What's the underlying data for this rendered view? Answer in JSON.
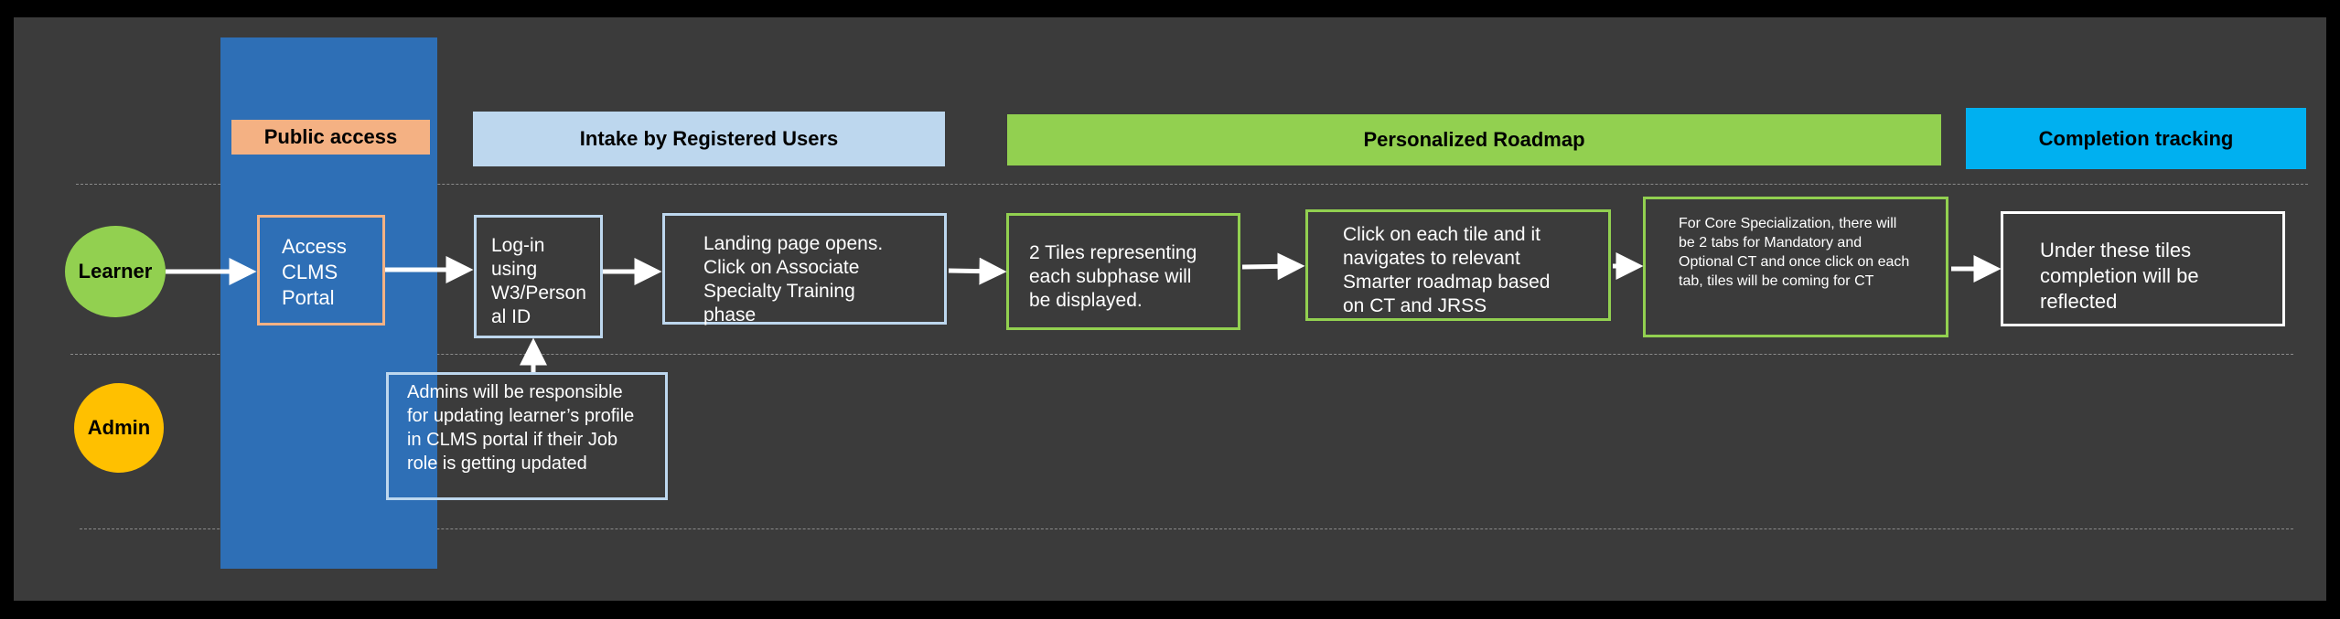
{
  "phases": {
    "public": "Public access",
    "intake": "Intake by Registered Users",
    "roadmap": "Personalized Roadmap",
    "tracking": "Completion tracking"
  },
  "actors": {
    "learner": "Learner",
    "admin": "Admin"
  },
  "steps": {
    "access": "Access CLMS Portal",
    "login": "Log-in using W3/Person al ID",
    "landing": "Landing page opens. Click on Associate Specialty Training phase",
    "tiles": "2 Tiles representing each subphase will be displayed.",
    "click_tile": "Click on each tile and it navigates to relevant Smarter roadmap based on CT and JRSS",
    "core_spec": "For Core Specialization, there will be 2 tabs for Mandatory and Optional CT and once click on each tab, tiles will be coming for CT",
    "completion": "Under these tiles completion will be reflected",
    "admin_note": "Admins will be responsible for updating learner’s profile in CLMS portal if their Job role is getting updated"
  },
  "colors": {
    "public_band": "#2e6fb6",
    "public_header": "#f4b183",
    "intake_header": "#bdd7ee",
    "roadmap_header": "#92d050",
    "tracking_header": "#00b0f0",
    "learner_circle": "#92d050",
    "admin_circle": "#ffc000"
  }
}
